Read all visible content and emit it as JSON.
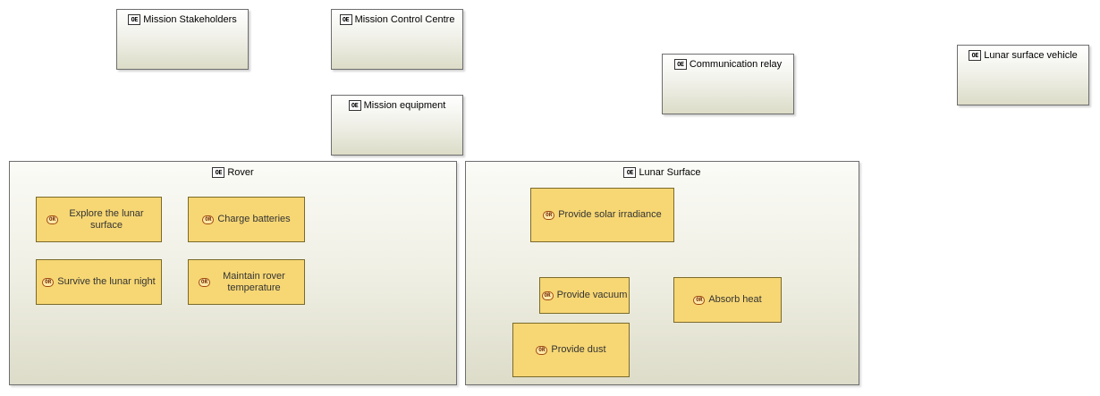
{
  "icons": {
    "entity": "OE",
    "function": "OR"
  },
  "entities": {
    "mission_stakeholders": "Mission Stakeholders",
    "mission_control_centre": "Mission Control Centre",
    "mission_equipment": "Mission equipment",
    "communication_relay": "Communication relay",
    "lunar_surface_vehicle": "Lunar surface vehicle"
  },
  "containers": {
    "rover": {
      "title": "Rover",
      "functions": {
        "explore": "Explore the lunar surface",
        "charge": "Charge batteries",
        "survive": "Survive the lunar night",
        "maintain": "Maintain rover temperature"
      }
    },
    "lunar_surface": {
      "title": "Lunar Surface",
      "functions": {
        "solar": "Provide solar irradiance",
        "vacuum": "Provide vacuum",
        "absorb": "Absorb heat",
        "dust": "Provide dust"
      }
    }
  },
  "colors": {
    "function_fill": "#f7d774",
    "function_border": "#7a6a2a",
    "entity_border": "#6e6e6e"
  }
}
